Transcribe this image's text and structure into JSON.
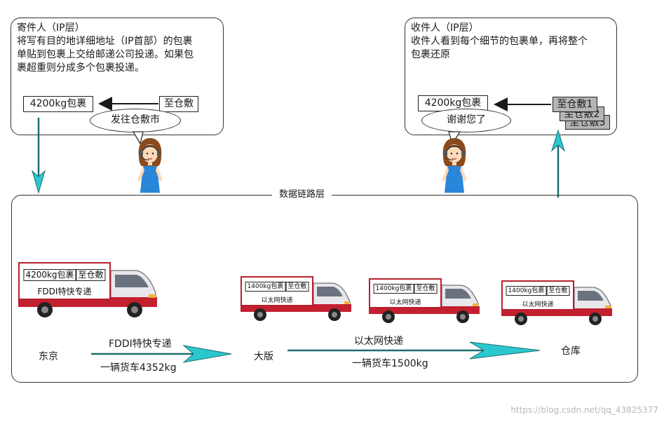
{
  "sender": {
    "title": "寄件人（IP层）",
    "description": "将写有目的地详细地址（IP首部）的包裹\n单贴到包裹上交给邮递公司投递。如果包\n裹超重则分成多个包裹投递。",
    "package": "4200kg包裹",
    "label": "至仓敷",
    "speech": "发往仓敷市"
  },
  "receiver": {
    "title": "收件人（IP层）",
    "description": "收件人看到每个细节的包裹单，再将整个\n包裹还原",
    "package": "4200kg包裹",
    "labels": [
      "至仓敷1",
      "至仓敷2",
      "至仓敷3"
    ],
    "speech": "谢谢您了"
  },
  "layer_title": "数据链路层",
  "trucks": [
    {
      "package": "4200kg包裹",
      "label": "至仓敷",
      "service": "FDDI特快专递"
    },
    {
      "package": "1400kg包裹",
      "label": "至仓敷",
      "service": "以太网快递"
    },
    {
      "package": "1400kg包裹",
      "label": "至仓敷",
      "service": "以太网快递"
    },
    {
      "package": "1400kg包裹",
      "label": "至仓敷",
      "service": "以太网快递"
    }
  ],
  "cities": {
    "start": "东京",
    "middle": "大版",
    "end": "仓库"
  },
  "routes": [
    {
      "service": "FDDI特快专递",
      "capacity": "一辆货车4352kg"
    },
    {
      "service": "以太网快递",
      "capacity": "一辆货车1500kg"
    }
  ],
  "watermark": "https://blog.csdn.net/qq_43825377",
  "colors": {
    "arrow": "#2bc7cf",
    "arrow_dark": "#1d6e70",
    "truck_red": "#b7202e",
    "cargo_gray": "#b5b5b5"
  }
}
